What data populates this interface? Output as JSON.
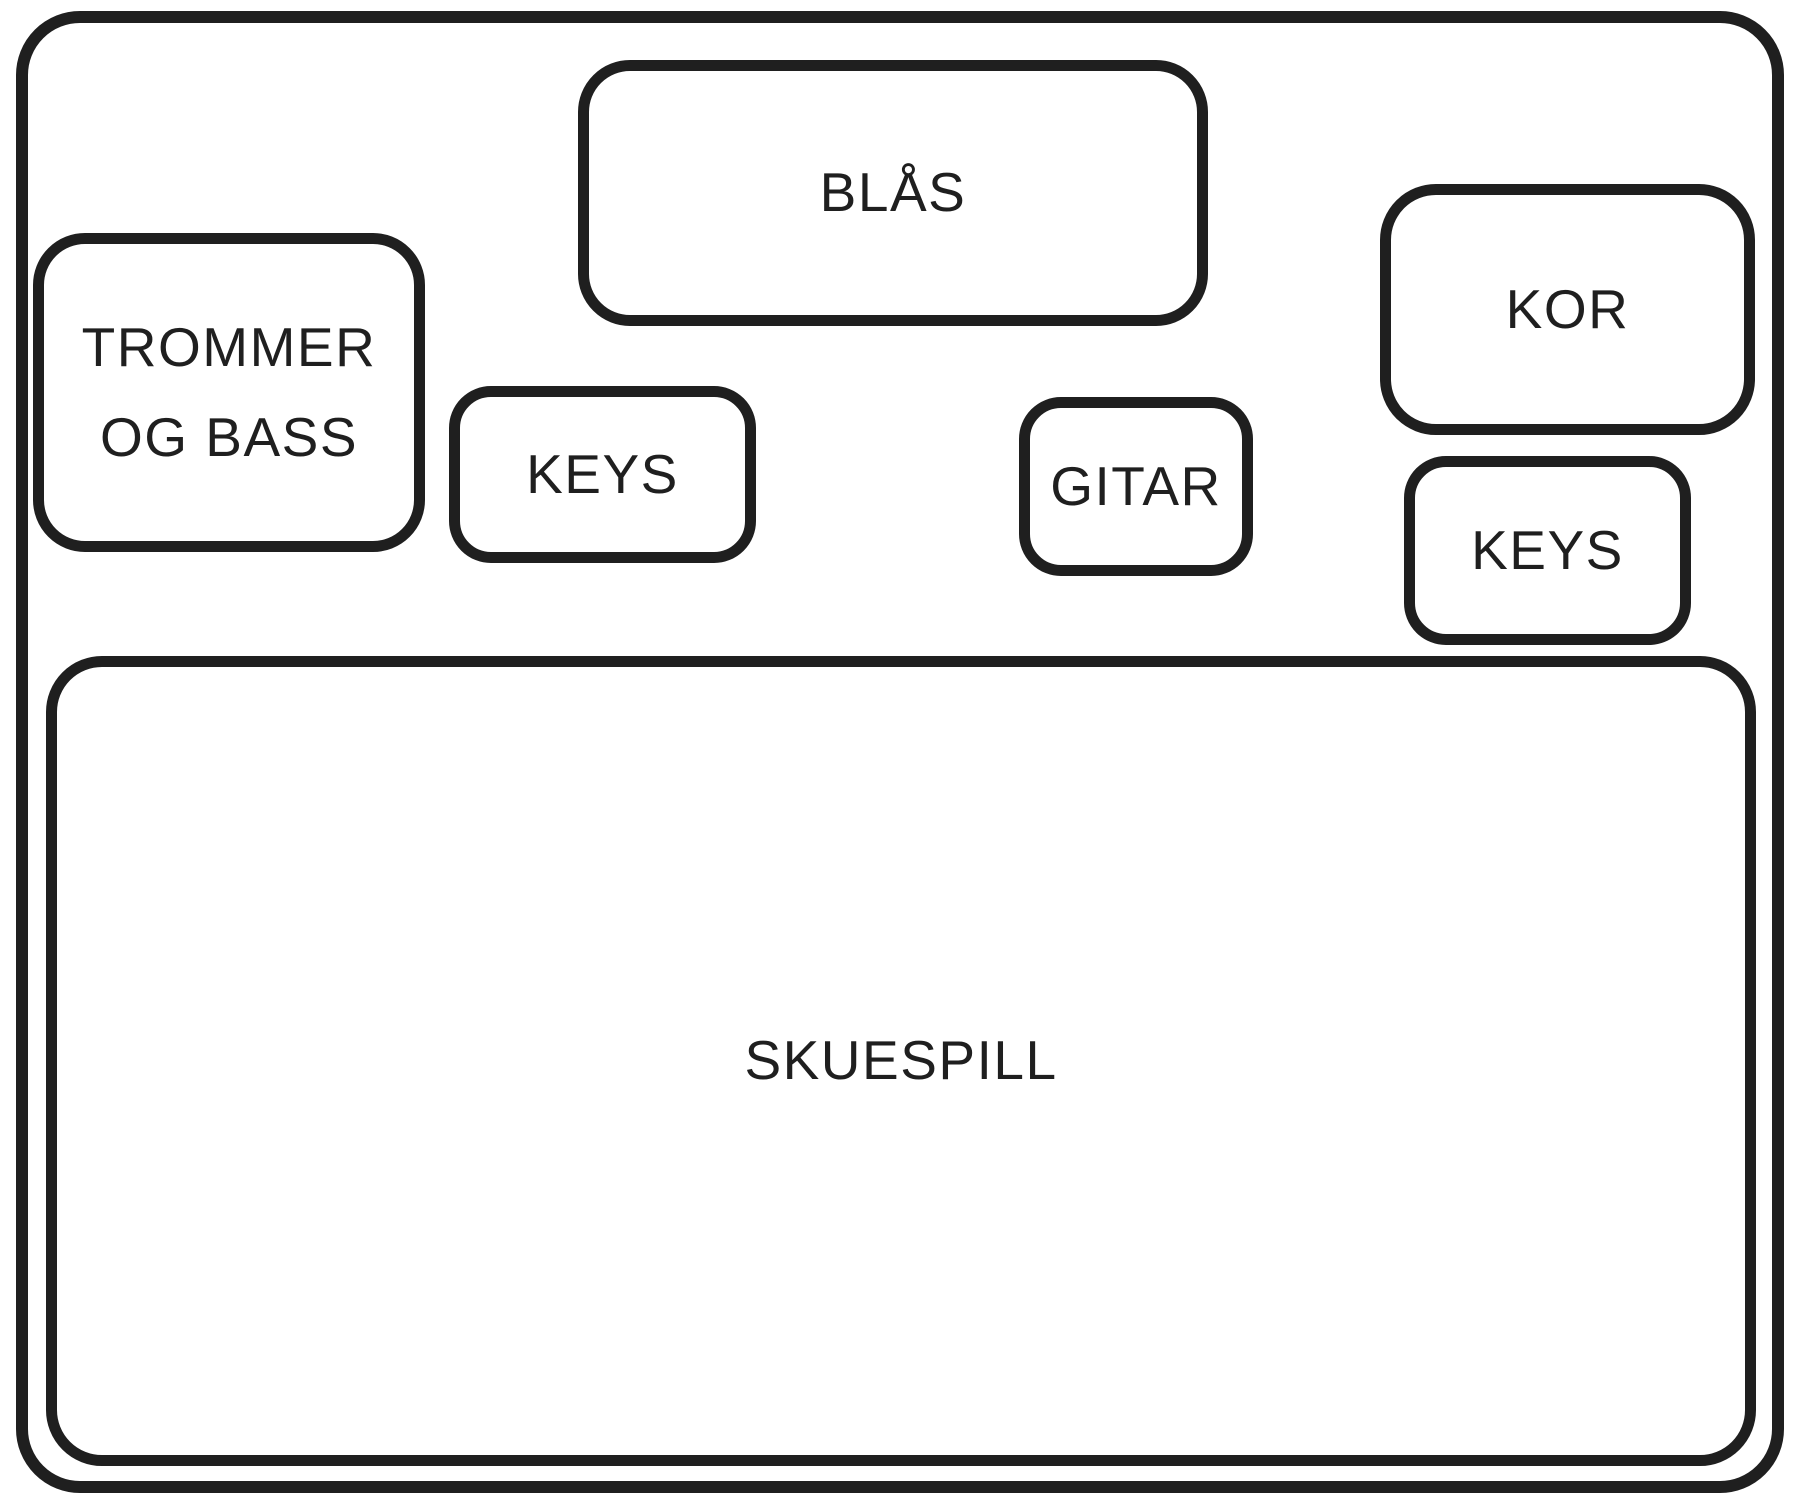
{
  "diagram": {
    "type": "stage-plot",
    "colors": {
      "line": "#1f1f1f",
      "background": "#ffffff"
    },
    "zones": [
      {
        "id": "blas",
        "label": "BLÅS"
      },
      {
        "id": "trommer-og-bass",
        "label": "TROMMER OG BASS"
      },
      {
        "id": "keys-left",
        "label": "KEYS"
      },
      {
        "id": "gitar",
        "label": "GITAR"
      },
      {
        "id": "kor",
        "label": "KOR"
      },
      {
        "id": "keys-right",
        "label": "KEYS"
      },
      {
        "id": "skuespill",
        "label": "SKUESPILL"
      }
    ]
  }
}
